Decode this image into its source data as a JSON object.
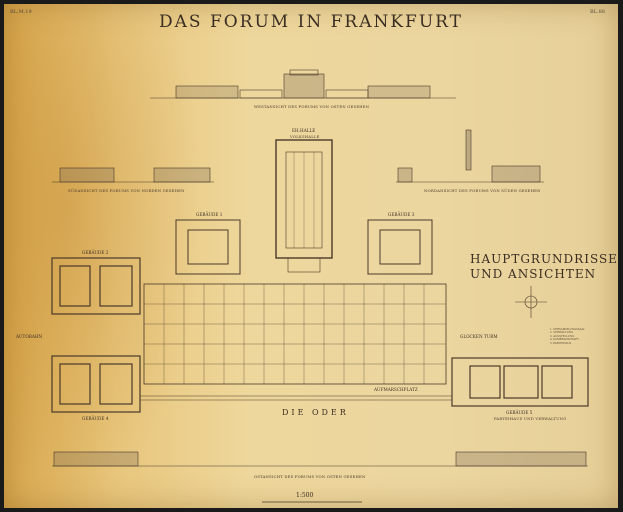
{
  "sheet": {
    "title": "DAS FORUM IN FRANKFURT",
    "corner_left": "BL.M.19",
    "corner_right": "BL.88",
    "heading_line1": "HAUPTGRUNDRISSE",
    "heading_line2": "UND ANSICHTEN",
    "river": "DIE ODER",
    "scale": "1:500"
  },
  "labels": {
    "elevation_west": "WESTANSICHT DES FORUMS VON OSTEN GESEHEN",
    "elevation_south": "SÜDANSICHT DES FORUMS VON NORDEN GESEHEN",
    "elevation_north": "NORDANSICHT DES FORUMS VON SÜDEN GESEHEN",
    "elevation_east": "OSTANSICHT DES FORUMS VON OSTEN GESEHEN",
    "hall": "EH.HALLE",
    "hall_sub": "VOLKSHALLE",
    "building_1": "GEBÄUDE 1",
    "building_2": "GEBÄUDE 2",
    "building_3": "GEBÄUDE 3",
    "building_4": "GEBÄUDE 4",
    "building_5": "GEBÄUDE 5",
    "building_5_sub": "PARTEIHAUS UND VERWALTUNG",
    "square": "AUFMARSCHPLATZ",
    "autobahn": "AUTOBAHN",
    "tower": "GLOCKEN TURM"
  },
  "legend": [
    "1. VERSAMMLUNGSSAAL",
    "2. VERWALTUNG",
    "3. AUSSTELLUNG",
    "4. KAMERADSCHAFT",
    "5. PARTEIHAUS"
  ]
}
